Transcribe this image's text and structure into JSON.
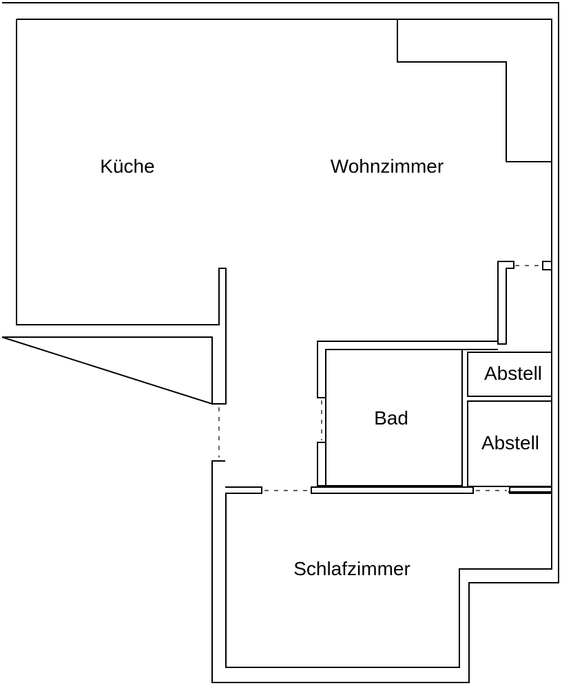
{
  "rooms": {
    "kueche": "Küche",
    "wohnzimmer": "Wohnzimmer",
    "bad": "Bad",
    "abstell_1": "Abstell",
    "abstell_2": "Abstell",
    "schlafzimmer": "Schlafzimmer"
  }
}
